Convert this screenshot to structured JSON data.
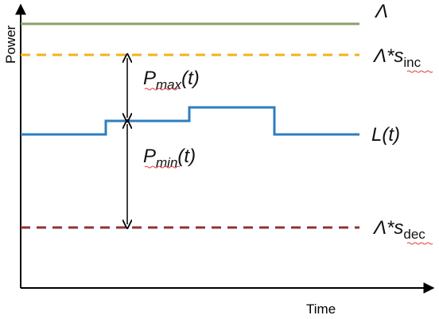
{
  "axes": {
    "x_label": "Time",
    "y_label": "Power"
  },
  "levels": {
    "lambda": {
      "symbol": "Λ",
      "color": "#8aa06a"
    },
    "lambda_inc": {
      "symbol": "Λ*s",
      "subscript": "inc",
      "color": "#f2b21e"
    },
    "lambda_dec": {
      "symbol": "Λ*s",
      "subscript": "dec",
      "color": "#8e3434"
    }
  },
  "load": {
    "label": "L(t)",
    "color": "#2e7dc0"
  },
  "arrows": {
    "p_max": {
      "base": "P",
      "subscript": "max",
      "arg": "(t)"
    },
    "p_min": {
      "base": "P",
      "subscript": "min",
      "arg": "(t)"
    }
  }
}
